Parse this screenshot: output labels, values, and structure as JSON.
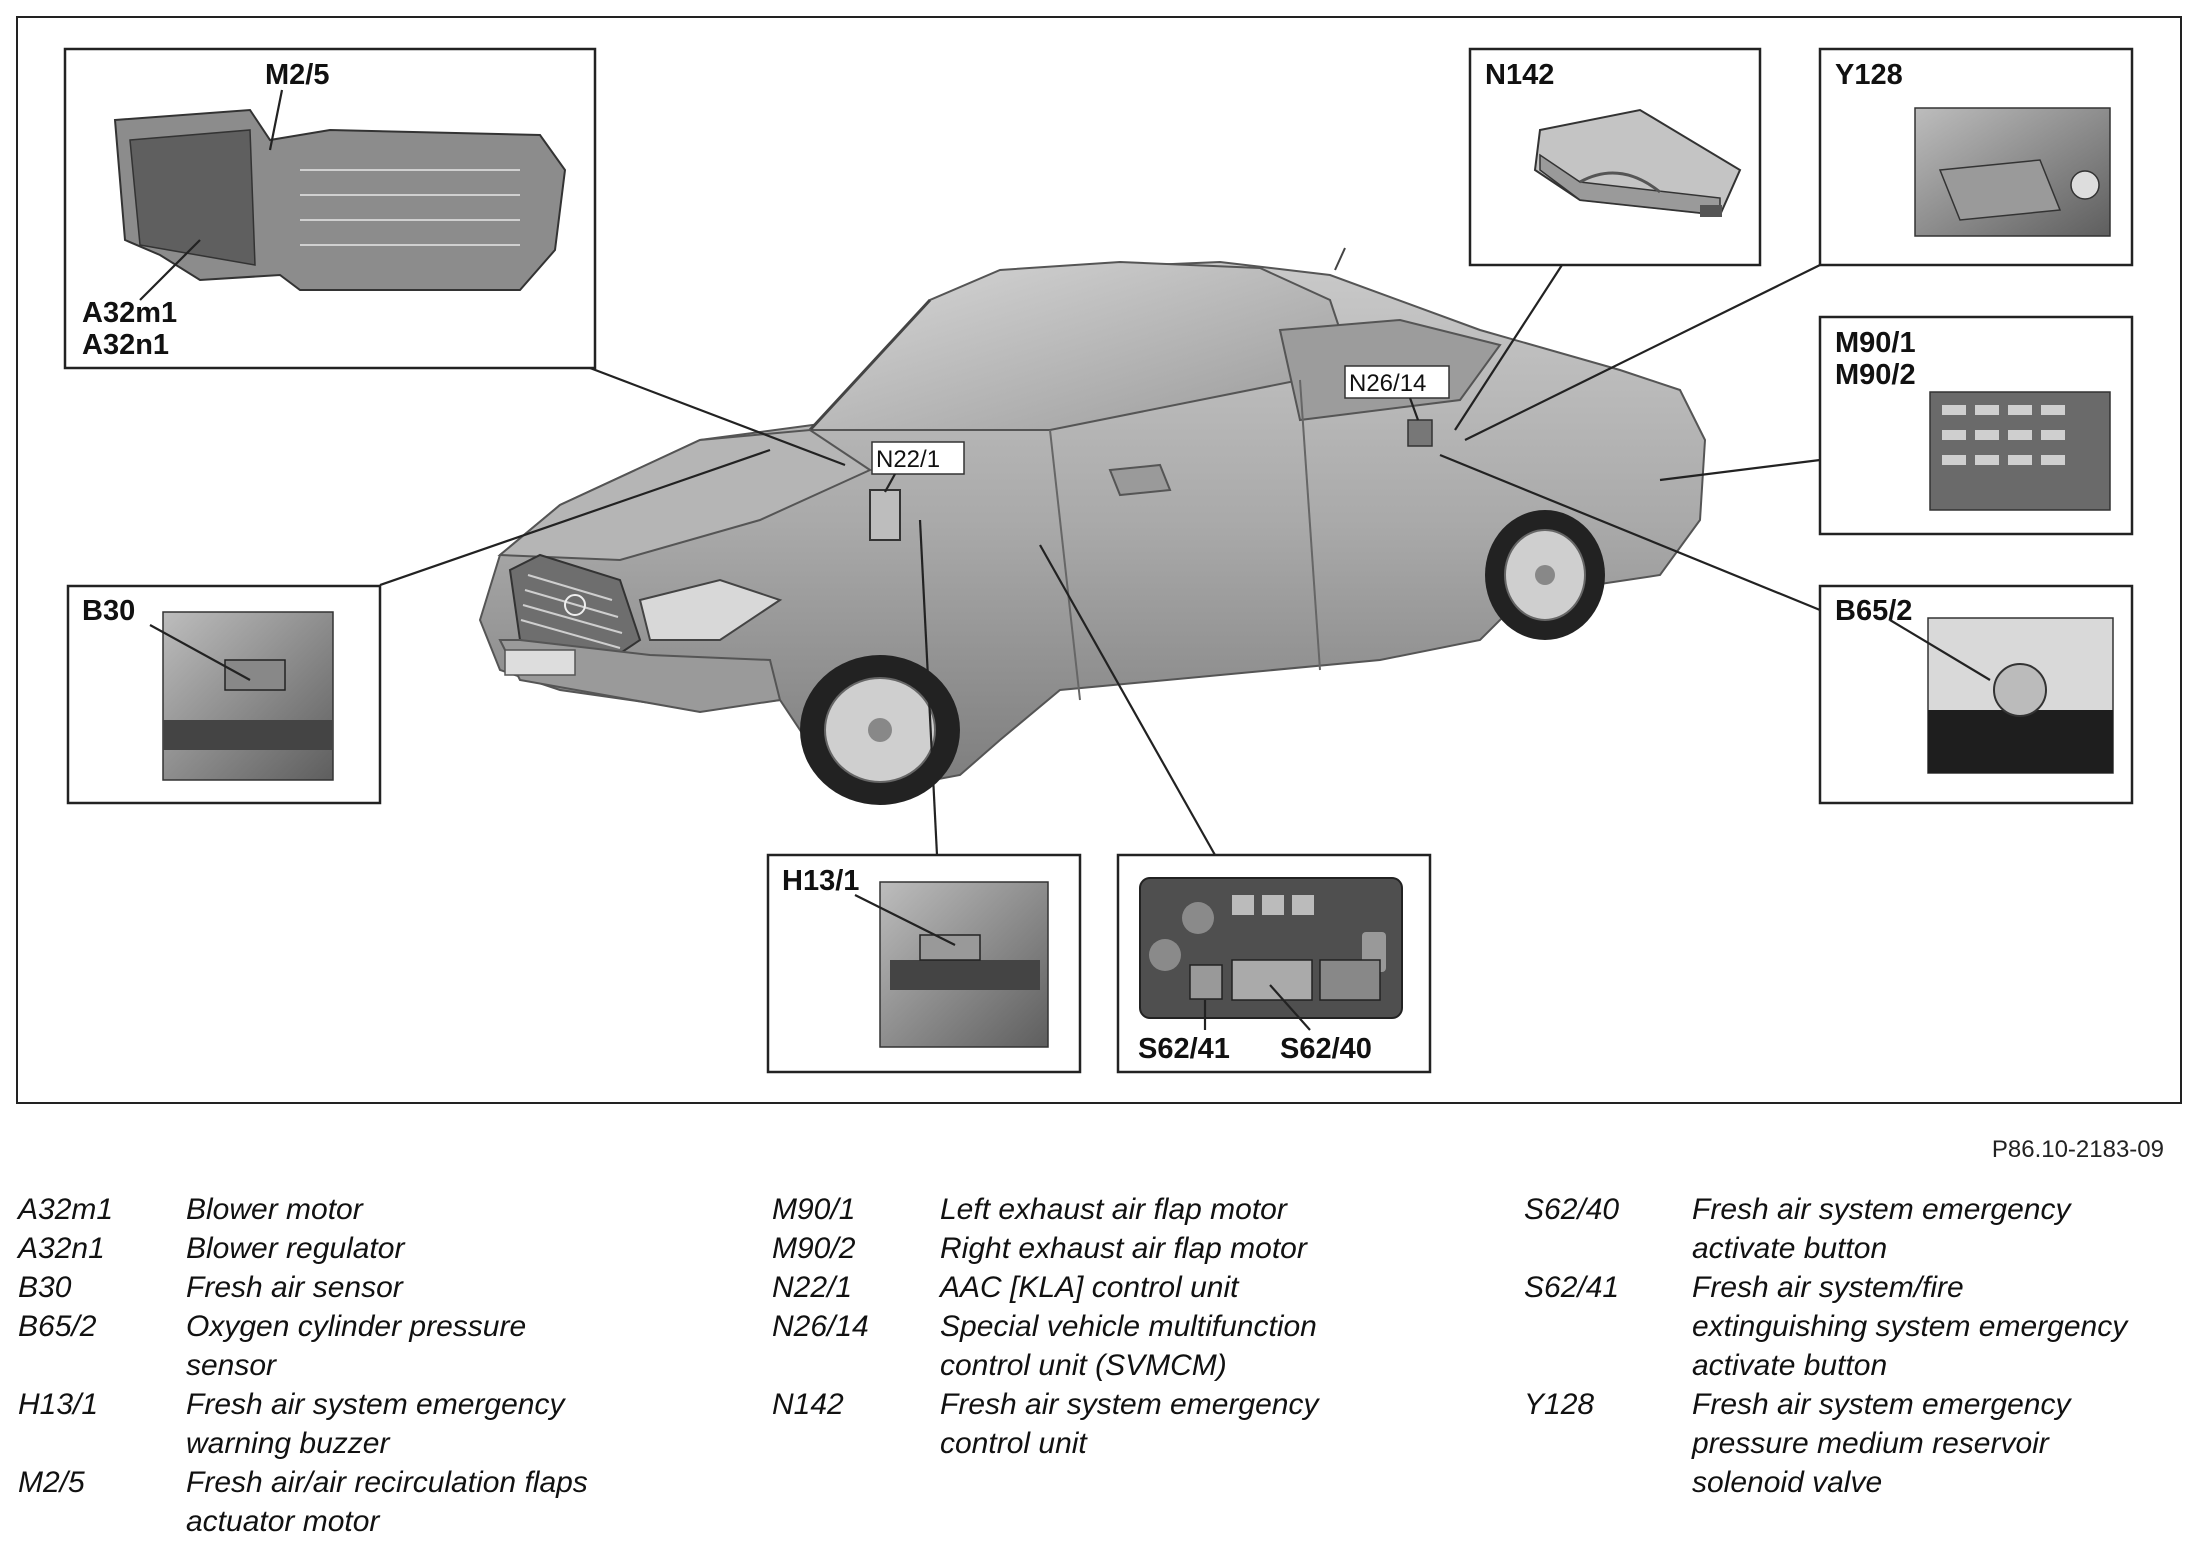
{
  "figure_id": "P86.10-2183-09",
  "callouts": {
    "m2_5": "M2/5",
    "a32m1": "A32m1",
    "a32n1": "A32n1",
    "n142": "N142",
    "y128": "Y128",
    "m90_1": "M90/1",
    "m90_2": "M90/2",
    "b65_2": "B65/2",
    "b30": "B30",
    "h13_1": "H13/1",
    "s62_41": "S62/41",
    "s62_40": "S62/40",
    "n22_1": "N22/1",
    "n26_14": "N26/14"
  },
  "legend": {
    "col1": [
      {
        "code": "A32m1",
        "desc": [
          "Blower motor"
        ]
      },
      {
        "code": "A32n1",
        "desc": [
          "Blower regulator"
        ]
      },
      {
        "code": "B30",
        "desc": [
          "Fresh air sensor"
        ]
      },
      {
        "code": "B65/2",
        "desc": [
          "Oxygen cylinder pressure",
          "sensor"
        ]
      },
      {
        "code": "H13/1",
        "desc": [
          "Fresh air system emergency",
          "warning buzzer"
        ]
      },
      {
        "code": "M2/5",
        "desc": [
          "Fresh air/air recirculation flaps",
          "actuator motor"
        ]
      }
    ],
    "col2": [
      {
        "code": "M90/1",
        "desc": [
          "Left exhaust air flap motor"
        ]
      },
      {
        "code": "M90/2",
        "desc": [
          "Right exhaust air flap motor"
        ]
      },
      {
        "code": "N22/1",
        "desc": [
          "AAC [KLA] control unit"
        ]
      },
      {
        "code": "N26/14",
        "desc": [
          "Special vehicle multifunction",
          "control unit (SVMCM)"
        ]
      },
      {
        "code": "N142",
        "desc": [
          "Fresh air system emergency",
          "control unit"
        ]
      }
    ],
    "col3": [
      {
        "code": "S62/40",
        "desc": [
          "Fresh air system emergency",
          "activate button"
        ]
      },
      {
        "code": "S62/41",
        "desc": [
          "Fresh air system/fire",
          "extinguishing system emergency",
          "activate button"
        ]
      },
      {
        "code": "Y128",
        "desc": [
          "Fresh air system emergency",
          "pressure medium reservoir",
          "solenoid valve"
        ]
      }
    ]
  }
}
